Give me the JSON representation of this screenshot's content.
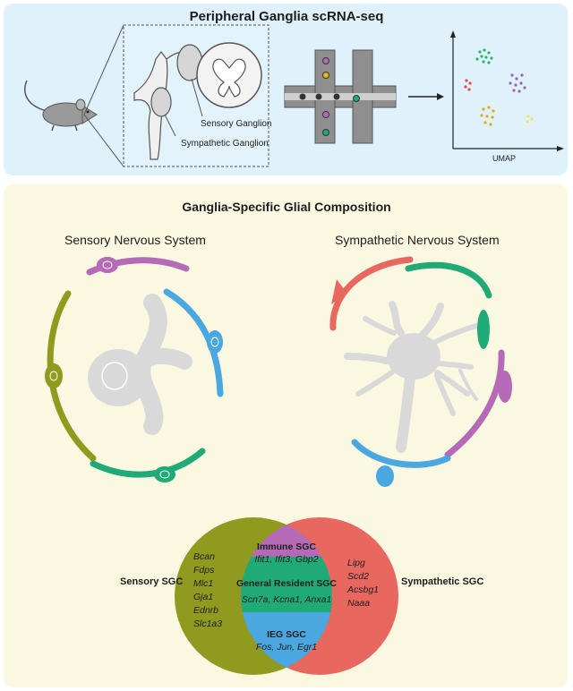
{
  "header": {
    "title": "Peripheral Ganglia scRNA-seq"
  },
  "top_figure": {
    "sensory_ganglion_label": "Sensory Ganglion",
    "sympathetic_ganglion_label": "Sympathetic Ganglion",
    "umap_label": "UMAP"
  },
  "bottom_panel": {
    "title": "Ganglia-Specific Glial Composition",
    "sensory_system_label": "Sensory Nervous System",
    "sympathetic_system_label": "Sympathetic Nervous System"
  },
  "venn": {
    "immune": {
      "title": "Immune SGC",
      "genes": "Ifit1, Ifit3, Gbp2"
    },
    "general": {
      "title": "General Resident SGC",
      "genes": "Scn7a, Kcna1, Anxa1"
    },
    "ieg": {
      "title": "IEG SGC",
      "genes": "Fos, Jun, Egr1"
    },
    "sensory_genes": [
      "Bcan",
      "Fdps",
      "Mlc1",
      "Gja1",
      "Ednrb",
      "Slc1a3"
    ],
    "sympathetic_genes": [
      "Lipg",
      "Scd2",
      "Acsbg1",
      "Naaa"
    ],
    "sensory_label": "Sensory SGC",
    "sympathetic_label": "Sympathetic SGC"
  },
  "colors": {
    "olive": "#8f9a1f",
    "salmon": "#e8675f",
    "magenta": "#b56ab7",
    "green": "#1faa77",
    "blue": "#4aa7e0",
    "neuron_gray": "#d9d9d9"
  }
}
